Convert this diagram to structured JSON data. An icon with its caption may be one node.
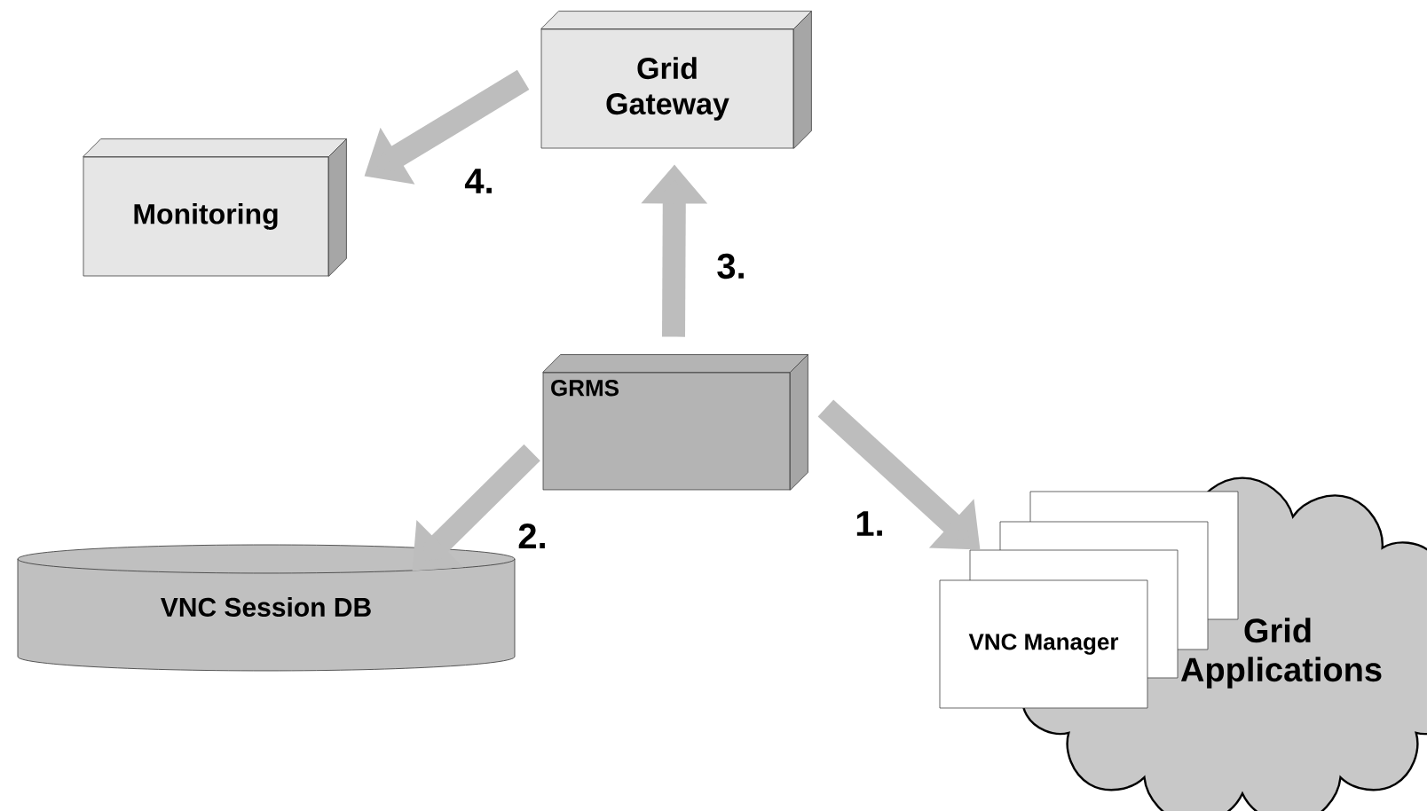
{
  "diagram": {
    "nodes": [
      {
        "text": [
          "Grid Gateway"
        ]
      },
      {
        "text": [
          "Monitoring"
        ]
      },
      {
        "text": [
          "GRMS"
        ]
      },
      {
        "text": [
          "VNC Session DB"
        ]
      },
      {
        "text": [
          "Grid Applications"
        ]
      },
      {
        "text": [],
        "shape": "box",
        "in": 4
      },
      {
        "text": [],
        "shape": "box"
      },
      {
        "text": [],
        "shape": "box"
      },
      {
        "text": [
          "VNC Manager"
        ]
      }
    ],
    "edges": [
      {
        "from": 2,
        "to": 0,
        "arrow": "to",
        "label": "3."
      },
      {
        "from": 0,
        "to": 1,
        "arrow": "to",
        "label": "4."
      },
      {
        "from": 2,
        "to": 3,
        "arrow": "to",
        "label": "2."
      },
      {
        "from": 2,
        "to": 7,
        "arrow": "to",
        "label": "1."
      }
    ]
  }
}
